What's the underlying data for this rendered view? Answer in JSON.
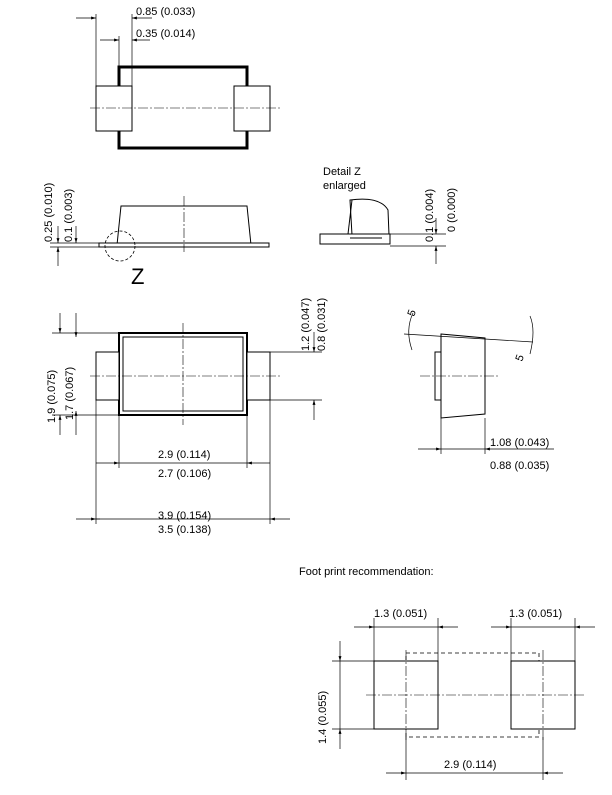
{
  "top_view": {
    "dim_outer": "0.85 (0.033)",
    "dim_inner": "0.35 (0.014)"
  },
  "side_view": {
    "dim_a": "0.25 (0.010)",
    "dim_b": "0.1 (0.003)",
    "detail_marker": "Z"
  },
  "detail": {
    "title_line1": "Detail Z",
    "title_line2": "enlarged",
    "dim_a": "0.1 (0.004)",
    "dim_b": "0 (0.000)"
  },
  "plan_view": {
    "height_max": "1.9 (0.075)",
    "height_min": "1.7 (0.067)",
    "lead_max": "1.2 (0.047)",
    "lead_min": "0.8 (0.031)",
    "body_max": "2.9 (0.114)",
    "body_min": "2.7 (0.106)",
    "total_max": "3.9 (0.154)",
    "total_min": "3.5 (0.138)"
  },
  "end_view": {
    "angle_top": "5",
    "angle_bottom": "5",
    "dim_max": "1.08 (0.043)",
    "dim_min": "0.88 (0.035)"
  },
  "footprint": {
    "title": "Foot print recommendation:",
    "pad_width_left": "1.3 (0.051)",
    "pad_width_right": "1.3 (0.051)",
    "pad_height": "1.4 (0.055)",
    "pitch": "2.9 (0.114)"
  }
}
